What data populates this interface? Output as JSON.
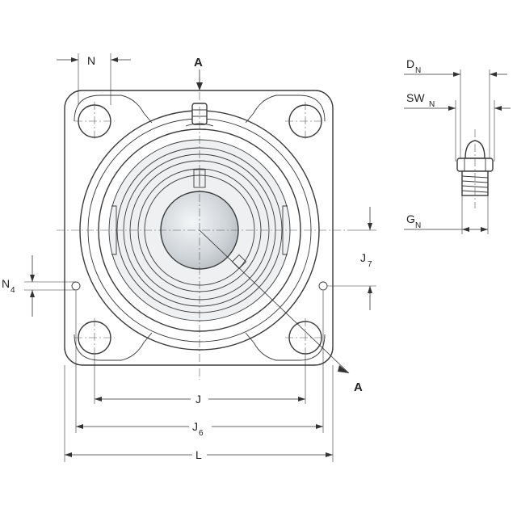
{
  "labels": {
    "N": "N",
    "A_top": "A",
    "A_bottom": "A",
    "N4": "N",
    "N4_sub": "4",
    "J7": "J",
    "J7_sub": "7",
    "J": "J",
    "J6": "J",
    "J6_sub": "6",
    "L": "L",
    "DN": "D",
    "DN_sub": "N",
    "SWN": "SW",
    "SWN_sub": "N",
    "GN": "G",
    "GN_sub": "N"
  },
  "colors": {
    "line": "#3a3a3a",
    "shaft_fill": "#d9dde0",
    "ring_fill": "#eef0f1"
  }
}
